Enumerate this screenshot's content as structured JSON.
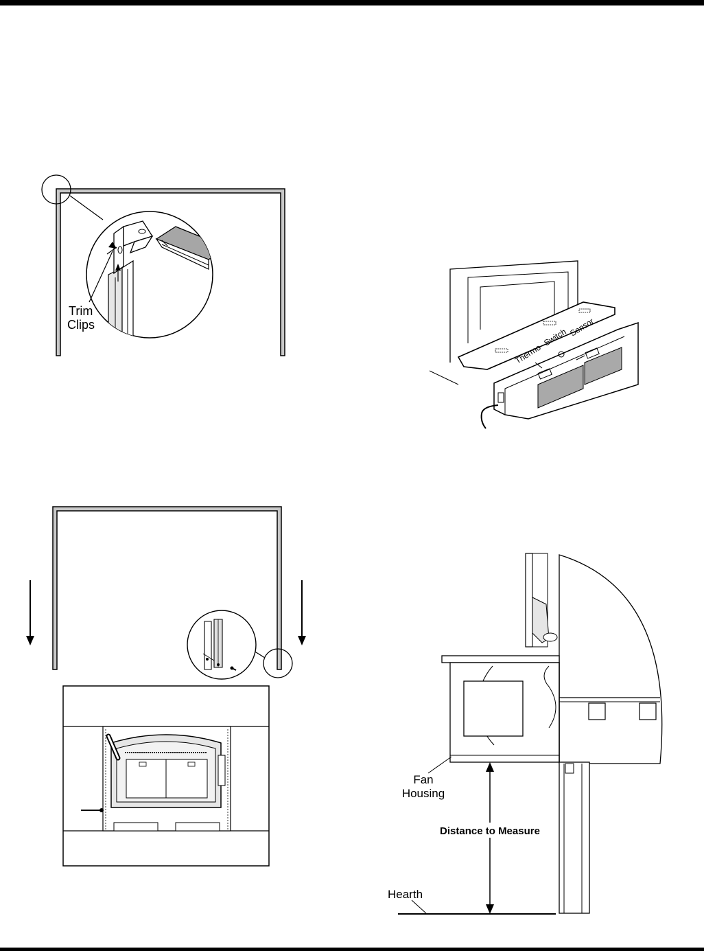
{
  "figure1": {
    "label_line1": "Trim",
    "label_line2": "Clips"
  },
  "figure2": {
    "label_thermo": "Thermo",
    "label_switch": "Switch",
    "label_sensor": "Sensor"
  },
  "figure4": {
    "label_fan_line1": "Fan",
    "label_fan_line2": "Housing",
    "label_distance": "Distance to Measure",
    "label_hearth": "Hearth"
  }
}
